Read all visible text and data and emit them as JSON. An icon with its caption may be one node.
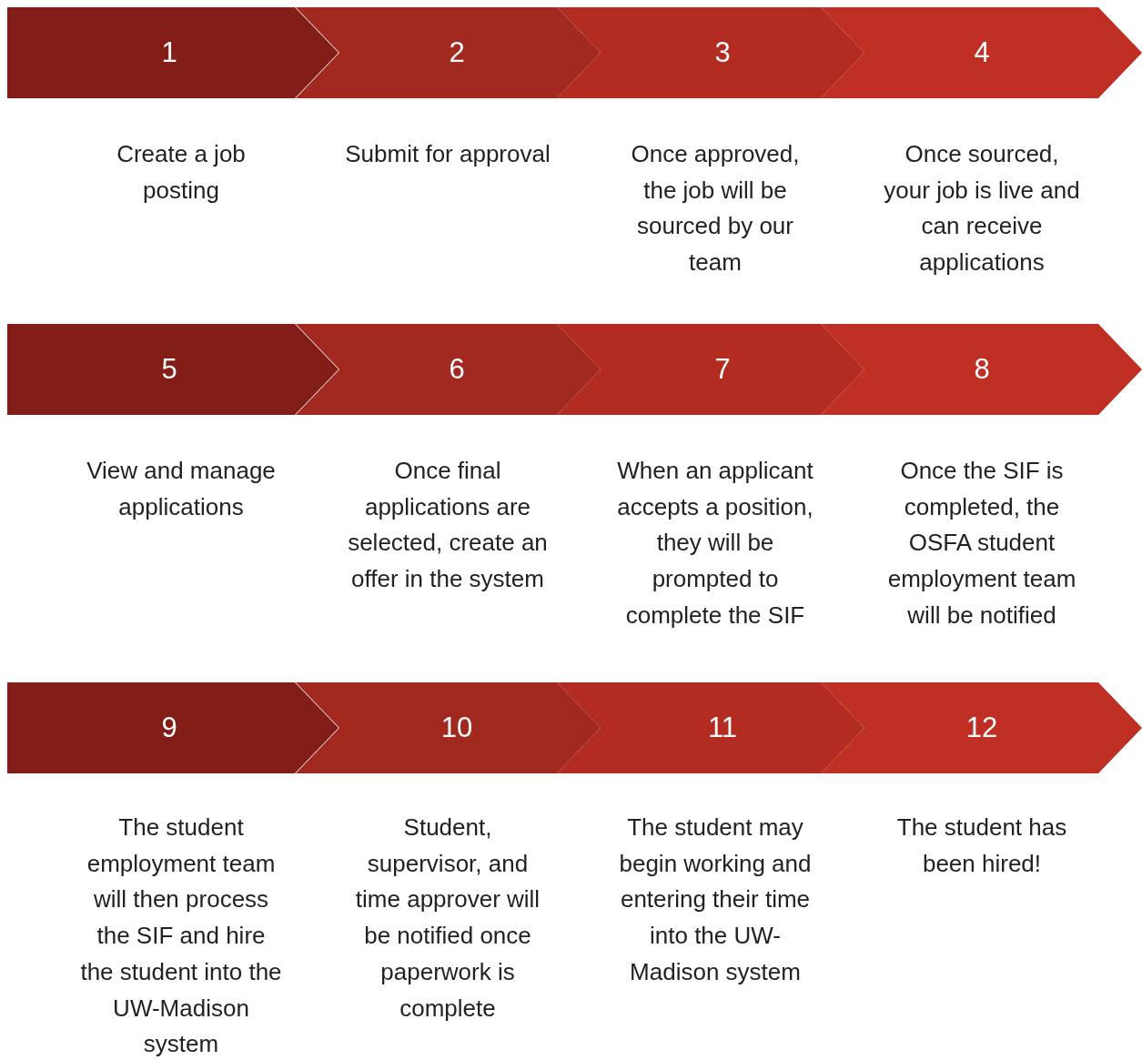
{
  "diagram": {
    "nodes": [
      {
        "text": [
          "1"
        ],
        "beside": [
          "Create a job posting"
        ]
      },
      {
        "text": [
          "2"
        ],
        "beside": [
          "Submit for approval"
        ]
      },
      {
        "text": [
          "3"
        ],
        "beside": [
          "Once approved, the job will be sourced by our team"
        ]
      },
      {
        "text": [
          "4"
        ],
        "beside": [
          "Once sourced, your job is live and can receive applications"
        ]
      },
      {
        "text": [
          "5"
        ],
        "beside": [
          "View and manage applications"
        ]
      },
      {
        "text": [
          "6"
        ],
        "beside": [
          "Once final applications are selected, create an offer in the system"
        ]
      },
      {
        "text": [
          "7"
        ],
        "beside": [
          "When an applicant accepts a position, they will be prompted to complete the SIF"
        ]
      },
      {
        "text": [
          "8"
        ],
        "beside": [
          "Once the SIF is completed, the OSFA student employment team will be notified"
        ]
      },
      {
        "text": [
          "9"
        ],
        "beside": [
          "The student employment team will then process the SIF and hire the student into the UW-Madison system"
        ]
      },
      {
        "text": [
          "10"
        ],
        "beside": [
          "Student, supervisor, and time approver will be notified once paperwork is complete"
        ]
      },
      {
        "text": [
          "11"
        ],
        "beside": [
          "The student may begin working and entering their time into the UW-Madison system"
        ]
      },
      {
        "text": [
          "12"
        ],
        "beside": [
          "The student has been hired!"
        ]
      }
    ]
  }
}
